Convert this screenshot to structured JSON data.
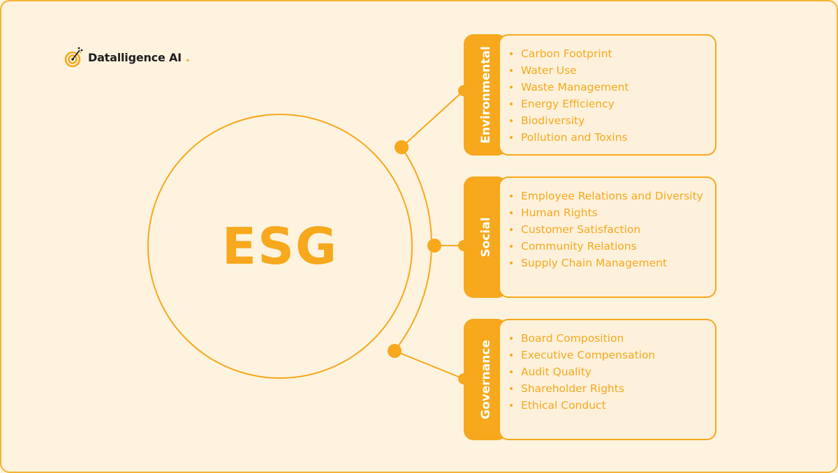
{
  "brand": {
    "name": "Datalligence AI",
    "dot": ".",
    "accent": "#f7a81c",
    "ink": "#1e1e1e",
    "background": "#fdf3df"
  },
  "center": {
    "label": "ESG"
  },
  "pillars": [
    {
      "name": "Environmental",
      "items": [
        "Carbon Footprint",
        "Water Use",
        "Waste Management",
        "Energy Efficiency",
        "Biodiversity",
        "Pollution and Toxins"
      ]
    },
    {
      "name": "Social",
      "items": [
        "Employee Relations and Diversity",
        "Human Rights",
        "Customer Satisfaction",
        "Community Relations",
        "Supply Chain Management"
      ]
    },
    {
      "name": "Governance",
      "items": [
        "Board Composition",
        "Executive Compensation",
        "Audit Quality",
        "Shareholder Rights",
        "Ethical Conduct"
      ]
    }
  ]
}
